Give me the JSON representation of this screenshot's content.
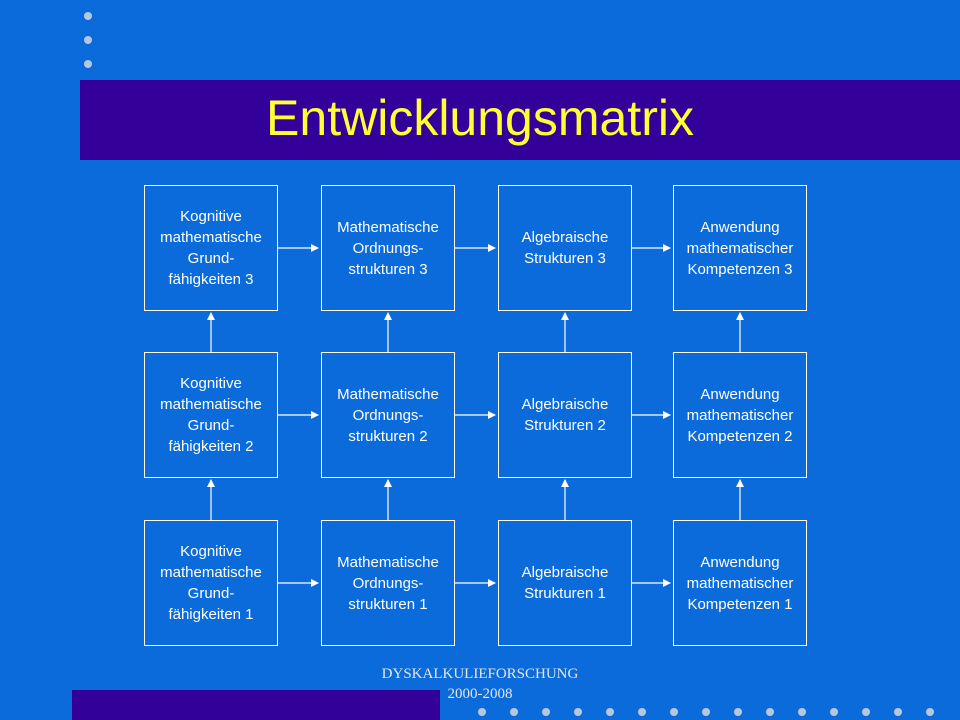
{
  "slide": {
    "title": "Entwicklungsmatrix",
    "footer_line1": "DYSKALKULIEFORSCHUNG",
    "footer_line2": "2000-2008",
    "colors": {
      "background": "#0B6BDB",
      "title_bar": "#33009A",
      "title_text": "#FFFF33",
      "box_border": "#FFFFFF",
      "dots": "#B8C7E0"
    }
  },
  "matrix": {
    "rows": [
      [
        "Kognitive\nmathematische\nGrund-\nfähigkeiten 3",
        "Mathematische\nOrdnungs-\nstrukturen 3",
        "Algebraische\nStrukturen 3",
        "Anwendung\nmathematischer\nKompetenzen 3"
      ],
      [
        "Kognitive\nmathematische\nGrund-\nfähigkeiten 2",
        "Mathematische\nOrdnungs-\nstrukturen 2",
        "Algebraische\nStrukturen 2",
        "Anwendung\nmathematischer\nKompetenzen 2"
      ],
      [
        "Kognitive\nmathematische\nGrund-\nfähigkeiten 1",
        "Mathematische\nOrdnungs-\nstrukturen 1",
        "Algebraische\nStrukturen 1",
        "Anwendung\nmathematischer\nKompetenzen 1"
      ]
    ]
  }
}
